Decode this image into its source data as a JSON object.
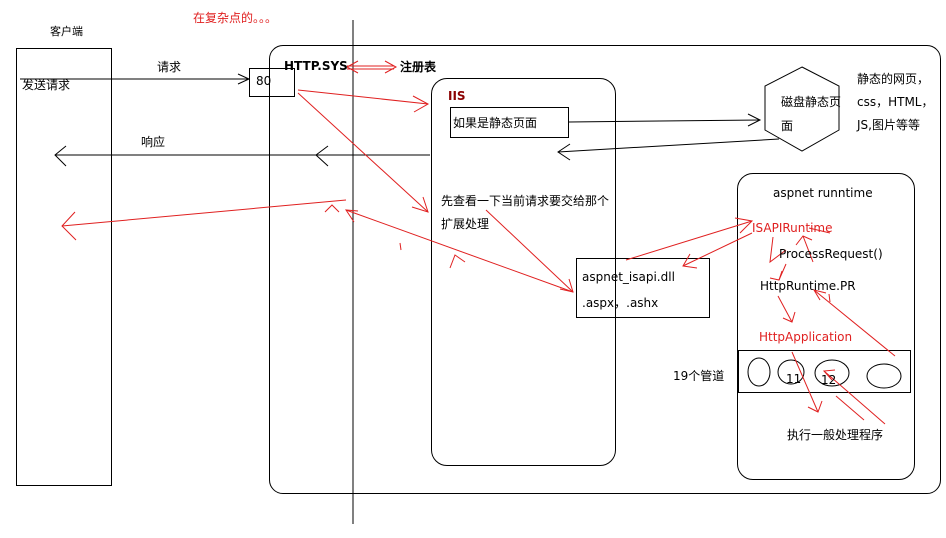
{
  "note": "在复杂点的。。。",
  "client": {
    "title": "客户端",
    "send_request": "发送请求"
  },
  "labels": {
    "request": "请求",
    "response": "响应",
    "port": "80",
    "http_sys": "HTTP.SYS",
    "registry": "注册表",
    "iis": "IIS",
    "static_check": "如果是静态页面",
    "check_ext_line1": "先查看一下当前请求要交给那个",
    "check_ext_line2": "扩展处理",
    "isapi_dll": "aspnet_isapi.dll",
    "isapi_ext": ".aspx，.ashx",
    "disk_line1": "磁盘静态页",
    "disk_line2": "面",
    "static_desc_line1": "静态的网页，",
    "static_desc_line2": "css，HTML，",
    "static_desc_line3": "JS,图片等等",
    "runtime_title": "aspnet runntime",
    "isapi_runtime": "ISAPIRuntime",
    "process_request": "ProcessRequest()",
    "httpruntime_pr": "HttpRuntime.PR",
    "http_application": "HttpApplication",
    "pipeline_label": "19个管道",
    "pipe_11": "11",
    "pipe_12": "12",
    "handler": "执行一般处理程序"
  },
  "colors": {
    "annotation": "#e02020",
    "iis_title": "#8b0000",
    "line": "#000000"
  }
}
